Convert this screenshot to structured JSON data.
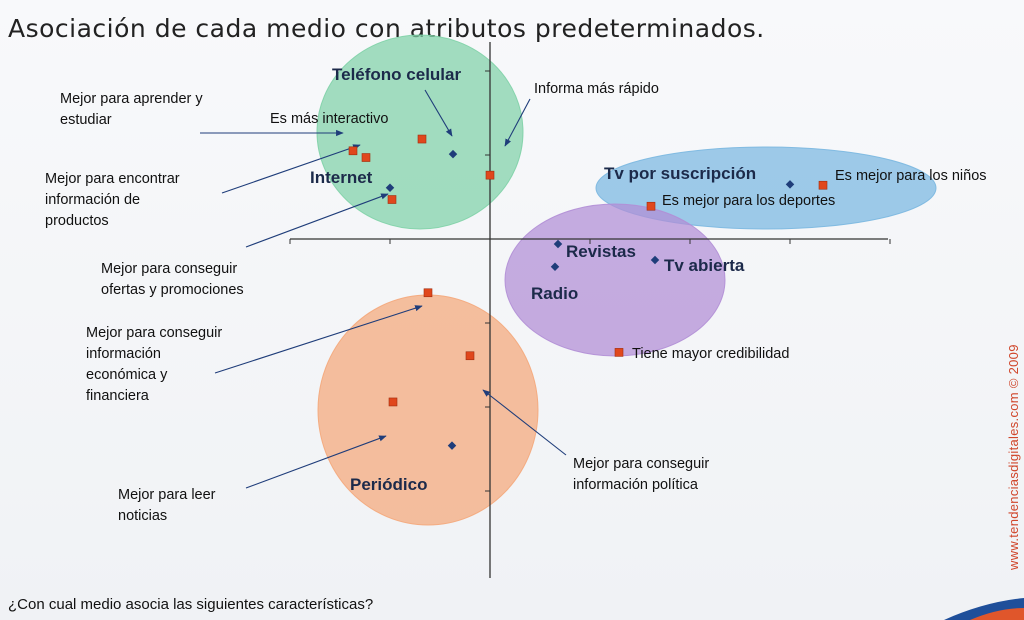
{
  "title": "Asociación de cada medio con atributos predeterminados.",
  "question": "¿Con cual medio asocia las siguientes características?",
  "credit": "www.tendenciasdigitales.com  © 2009",
  "colors": {
    "media_point": "#1f3d7a",
    "attribute_point": "#e0471c",
    "cluster_green": "#7fd1a7",
    "cluster_blue": "#7ab7e0",
    "cluster_purple": "#b18ed6",
    "cluster_orange": "#f4a77a"
  },
  "chart_data": {
    "type": "scatter",
    "grid": false,
    "axes": "crosshair through origin, no tick labels",
    "clusters": [
      {
        "name": "Teléfono celular / Internet",
        "color": "cluster_green"
      },
      {
        "name": "Tv por suscripción",
        "color": "cluster_blue"
      },
      {
        "name": "Revistas / Tv abierta / Radio",
        "color": "cluster_purple"
      },
      {
        "name": "Periódico",
        "color": "cluster_orange"
      }
    ],
    "media": [
      {
        "label": "Teléfono celular",
        "x": -0.37,
        "y": 1.01
      },
      {
        "label": "Internet",
        "x": -1.0,
        "y": 0.61
      },
      {
        "label": "Tv por suscripción",
        "x": 3.0,
        "y": 0.65
      },
      {
        "label": "Revistas",
        "x": 0.68,
        "y": -0.06
      },
      {
        "label": "Tv abierta",
        "x": 1.65,
        "y": -0.25
      },
      {
        "label": "Radio",
        "x": 0.65,
        "y": -0.33
      },
      {
        "label": "Periódico",
        "x": -0.38,
        "y": -2.46
      }
    ],
    "attributes": [
      {
        "label": "Es más interactivo",
        "x": -0.68,
        "y": 1.19
      },
      {
        "label": "Informa más rápido",
        "x": 0.0,
        "y": 0.76
      },
      {
        "label": "Mejor para aprender y estudiar",
        "x": -1.37,
        "y": 1.05
      },
      {
        "label": "Mejor para encontrar información de productos",
        "x": -1.24,
        "y": 0.97
      },
      {
        "label": "Mejor para conseguir ofertas y promociones",
        "x": -0.98,
        "y": 0.47
      },
      {
        "label": "Es mejor para los niños",
        "x": 3.33,
        "y": 0.64
      },
      {
        "label": "Es mejor para los deportes",
        "x": 1.61,
        "y": 0.39
      },
      {
        "label": "Tiene  mayor credibilidad",
        "x": 1.29,
        "y": -1.35
      },
      {
        "label": "Mejor para conseguir información económica y financiera",
        "x": -0.62,
        "y": -0.64
      },
      {
        "label": "Mejor para conseguir información política",
        "x": -0.2,
        "y": -1.39
      },
      {
        "label": "Mejor para leer noticias",
        "x": -0.97,
        "y": -1.94
      }
    ]
  }
}
